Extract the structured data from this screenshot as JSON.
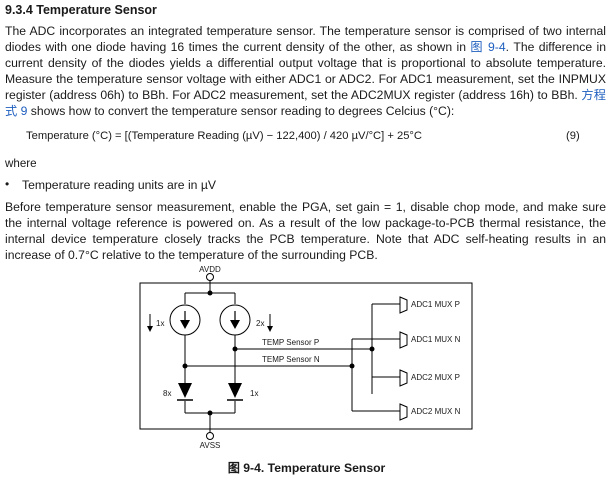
{
  "section": {
    "heading": "9.3.4 Temperature Sensor"
  },
  "intro": {
    "t1": "The ADC incorporates an integrated temperature sensor. The temperature sensor is comprised of two internal diodes with one diode having 16 times the current density of the other, as shown in ",
    "fig_ref": "图 9-4",
    "t2": ". The difference in current density of the diodes yields a differential output voltage that is proportional to absolute temperature. Measure the temperature sensor voltage with either ADC1 or ADC2. For ADC1 measurement, set the INPMUX register (address 06h) to BBh. For ADC2 measurement, set the ADC2MUX register (address 16h) to BBh. ",
    "eq_ref": "方程式 9",
    "t3": " shows how to convert the temperature sensor reading to degrees Celcius (°C):"
  },
  "equation": {
    "text": "Temperature (°C) = [(Temperature Reading (µV) − 122,400) / 420 µV/°C] + 25°C",
    "number": "(9)"
  },
  "where_label": "where",
  "bullet": {
    "marker": "•",
    "text": "Temperature reading units are in µV"
  },
  "para2": "Before temperature sensor measurement, enable the PGA, set gain = 1, disable chop mode, and make sure the internal voltage reference is powered on. As a result of the low package-to-PCB thermal resistance, the internal device temperature closely tracks the PCB temperature. Note that ADC self-heating results in an increase of 0.7°C relative to the temperature of the surrounding PCB.",
  "figure": {
    "avdd": "AVDD",
    "avss": "AVSS",
    "current_1x": "1x",
    "current_2x": "2x",
    "diode_8x": "8x",
    "diode_1x": "1x",
    "temp_p": "TEMP Sensor P",
    "temp_n": "TEMP Sensor N",
    "mux_labels": [
      "ADC1 MUX P",
      "ADC1 MUX N",
      "ADC2 MUX P",
      "ADC2 MUX N"
    ],
    "caption": "图 9-4. Temperature Sensor"
  },
  "colors": {
    "text": "#1a1a1a",
    "link": "#1f5fbf",
    "line": "#000000"
  }
}
